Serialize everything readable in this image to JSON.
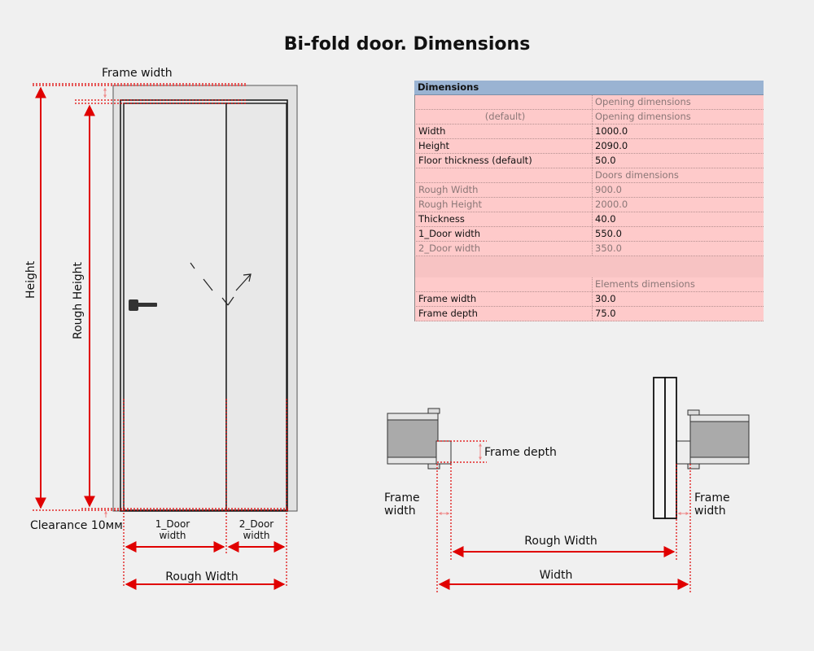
{
  "title": "Bi-fold door. Dimensions",
  "front_view": {
    "frame_width": "Frame width",
    "height": "Height",
    "rough_height": "Rough Height",
    "clearance": "Clearance 10мм",
    "door1_line1": "1_Door",
    "door1_line2": "width",
    "door2_line1": "2_Door",
    "door2_line2": "width",
    "rough_width": "Rough Width"
  },
  "plan_view": {
    "frame_depth": "Frame depth",
    "frame_width_left_1": "Frame",
    "frame_width_left_2": "width",
    "frame_width_right_1": "Frame",
    "frame_width_right_2": "width",
    "rough_width": "Rough Width",
    "width": "Width"
  },
  "colors": {
    "dimension": "#e00000",
    "table_header": "#9ab3d2",
    "table_row": "#fecaca"
  },
  "properties": {
    "header": "Dimensions",
    "rows": [
      {
        "name": "",
        "value": "Opening dimensions",
        "muted": true,
        "section": true
      },
      {
        "name": "(default)",
        "value": "Opening dimensions",
        "muted": true,
        "center_name": true
      },
      {
        "name": "Width",
        "value": "1000.0"
      },
      {
        "name": "Height",
        "value": "2090.0"
      },
      {
        "name": "Floor thickness (default)",
        "value": "50.0"
      },
      {
        "name": "",
        "value": "Doors dimensions",
        "muted": true,
        "section": true
      },
      {
        "name": "Rough Width",
        "value": "900.0",
        "muted": true
      },
      {
        "name": "Rough Height",
        "value": "2000.0",
        "muted": true
      },
      {
        "name": "Thickness",
        "value": "40.0"
      },
      {
        "name": "1_Door width",
        "value": "550.0"
      },
      {
        "name": "2_Door width",
        "value": "350.0",
        "muted": true
      },
      {
        "gap": true
      },
      {
        "name": "",
        "value": "Elements dimensions",
        "muted": true,
        "section": true
      },
      {
        "name": "Frame width",
        "value": "30.0"
      },
      {
        "name": "Frame depth",
        "value": "75.0"
      }
    ]
  }
}
